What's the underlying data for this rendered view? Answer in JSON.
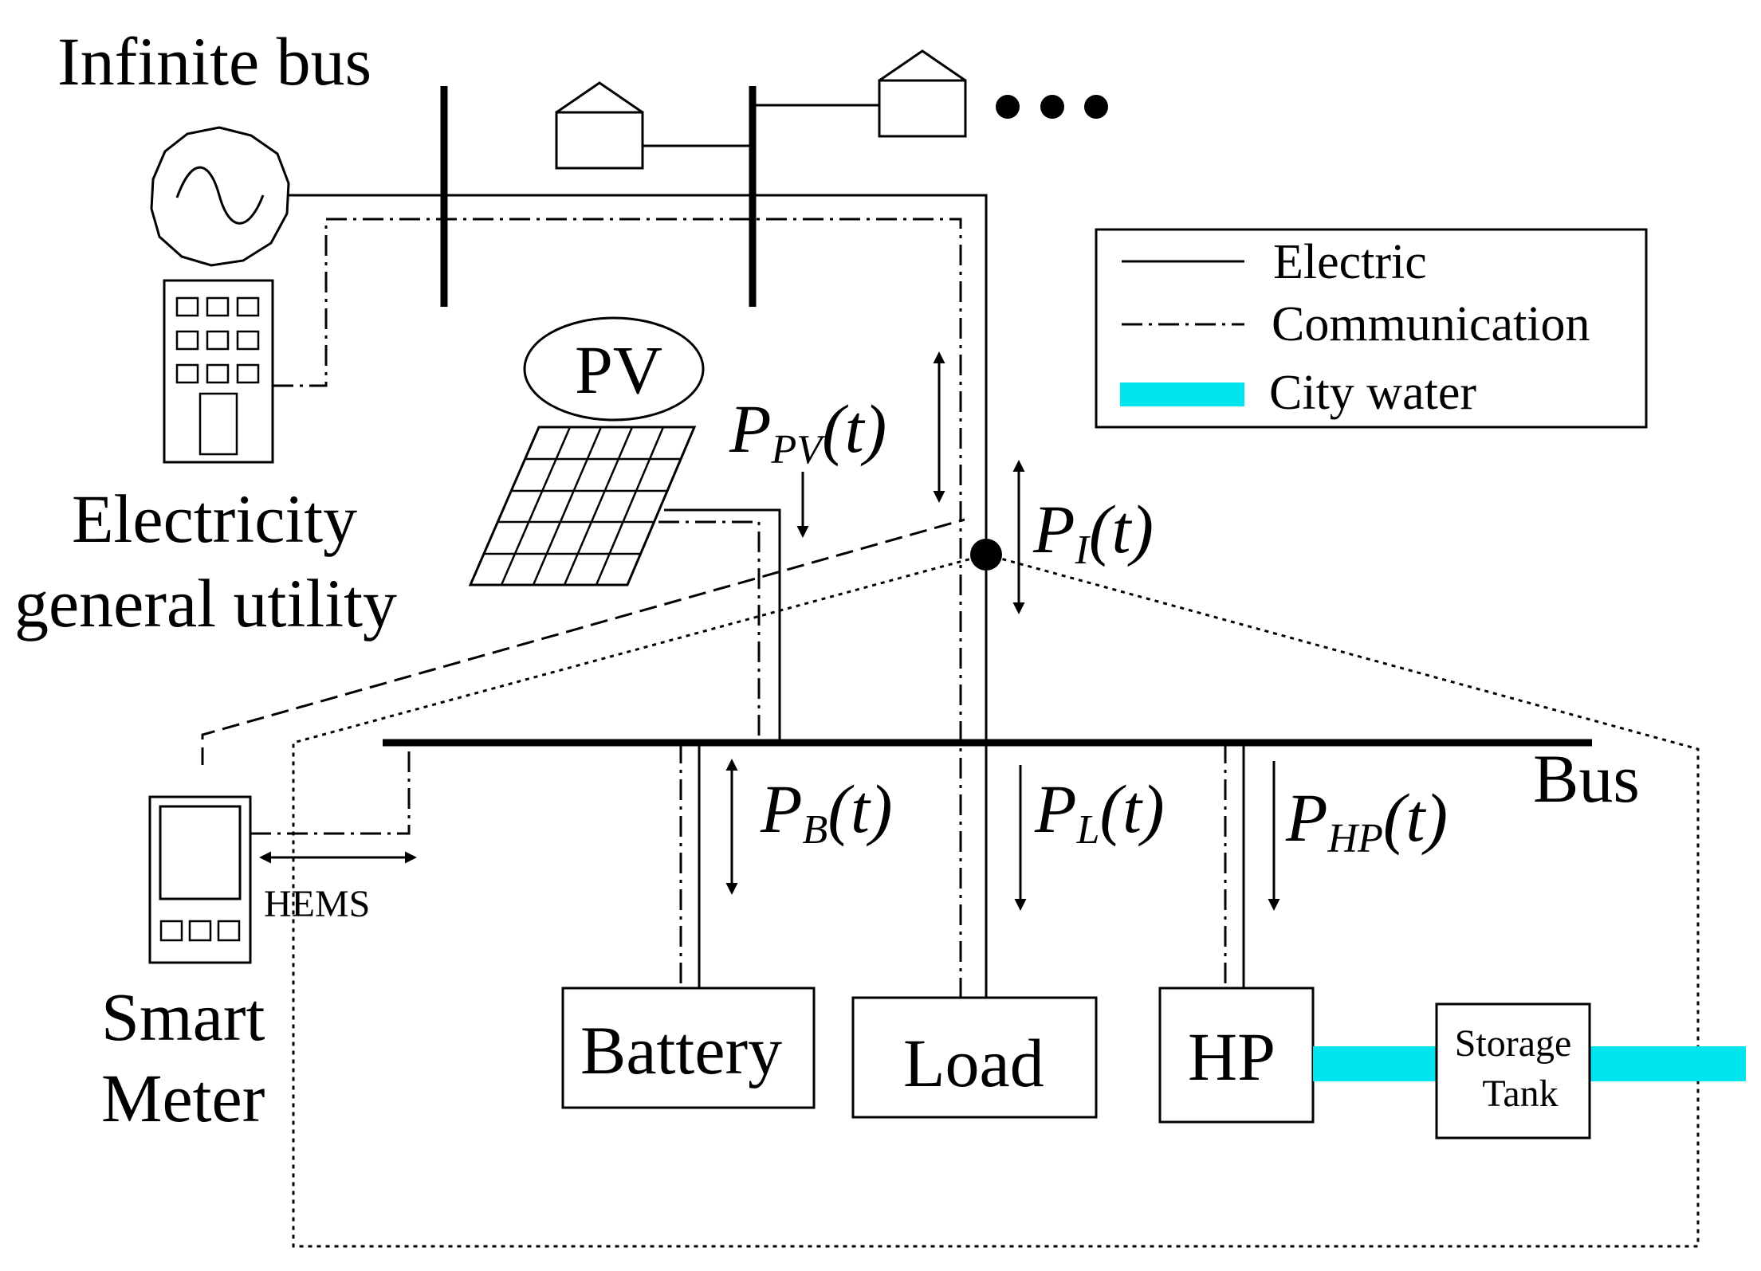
{
  "labels": {
    "infinite_bus": "Infinite bus",
    "utility_line1": "Electricity",
    "utility_line2": "general utility",
    "pv": "PV",
    "bus": "Bus",
    "hems": "HEMS",
    "smart_meter_line1": "Smart",
    "smart_meter_line2": "Meter",
    "battery": "Battery",
    "load": "Load",
    "hp": "HP",
    "storage_line1": "Storage",
    "storage_line2": "Tank"
  },
  "legend": {
    "electric": "Electric",
    "communication": "Communication",
    "city_water": "City water"
  },
  "powers": {
    "p_letter": "P",
    "time_suffix": "(t)",
    "pv_sub": "PV",
    "i_sub": "I",
    "b_sub": "B",
    "l_sub": "L",
    "hp_sub": "HP"
  },
  "colors": {
    "line": "#000000",
    "city_water": "#00E5EE",
    "background": "#ffffff"
  },
  "icons": [
    "ac-generator-icon",
    "utility-building-icon",
    "house-icon",
    "pv-panel-icon",
    "smart-meter-icon",
    "ellipsis-icon"
  ]
}
